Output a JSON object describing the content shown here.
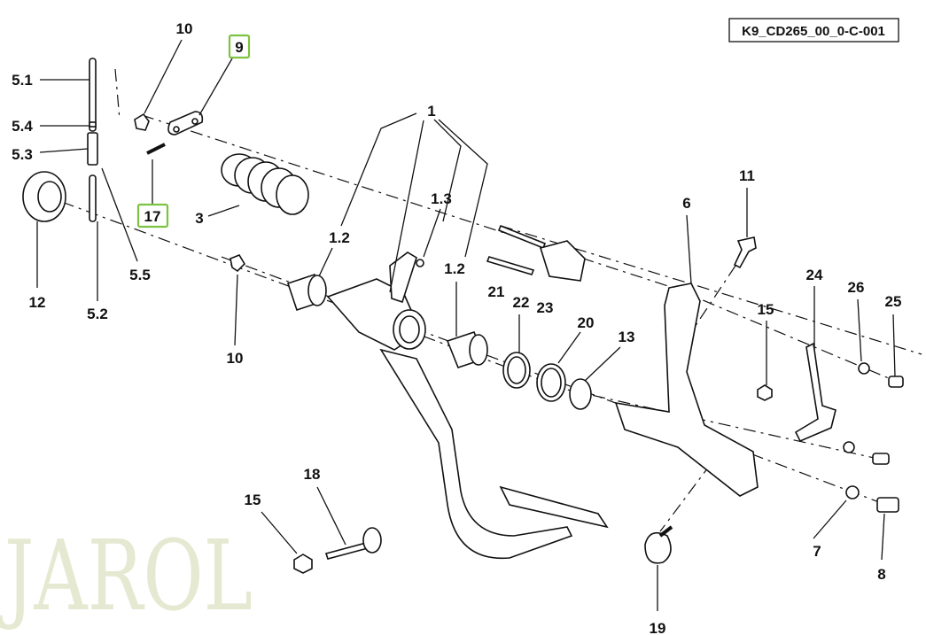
{
  "diagram": {
    "reference_code": "K9_CD265_00_0-C-001",
    "watermark": "JAROL",
    "highlight_color": "#7dc242",
    "labels": {
      "l10a": "10",
      "l9": "9",
      "l51": "5.1",
      "l54": "5.4",
      "l53": "5.3",
      "l1": "1",
      "l17": "17",
      "l3": "3",
      "l13a": "1.3",
      "l11": "11",
      "l6": "6",
      "l12a": "1.2",
      "l12b": "1.2",
      "l12": "12",
      "l55": "5.5",
      "l52": "5.2",
      "l24": "24",
      "l26": "26",
      "l25": "25",
      "l15a": "15",
      "l21": "21",
      "l22": "22",
      "l23": "23",
      "l20": "20",
      "l13": "13",
      "l10b": "10",
      "l18": "18",
      "l15b": "15",
      "l7": "7",
      "l8": "8",
      "l19": "19"
    }
  }
}
